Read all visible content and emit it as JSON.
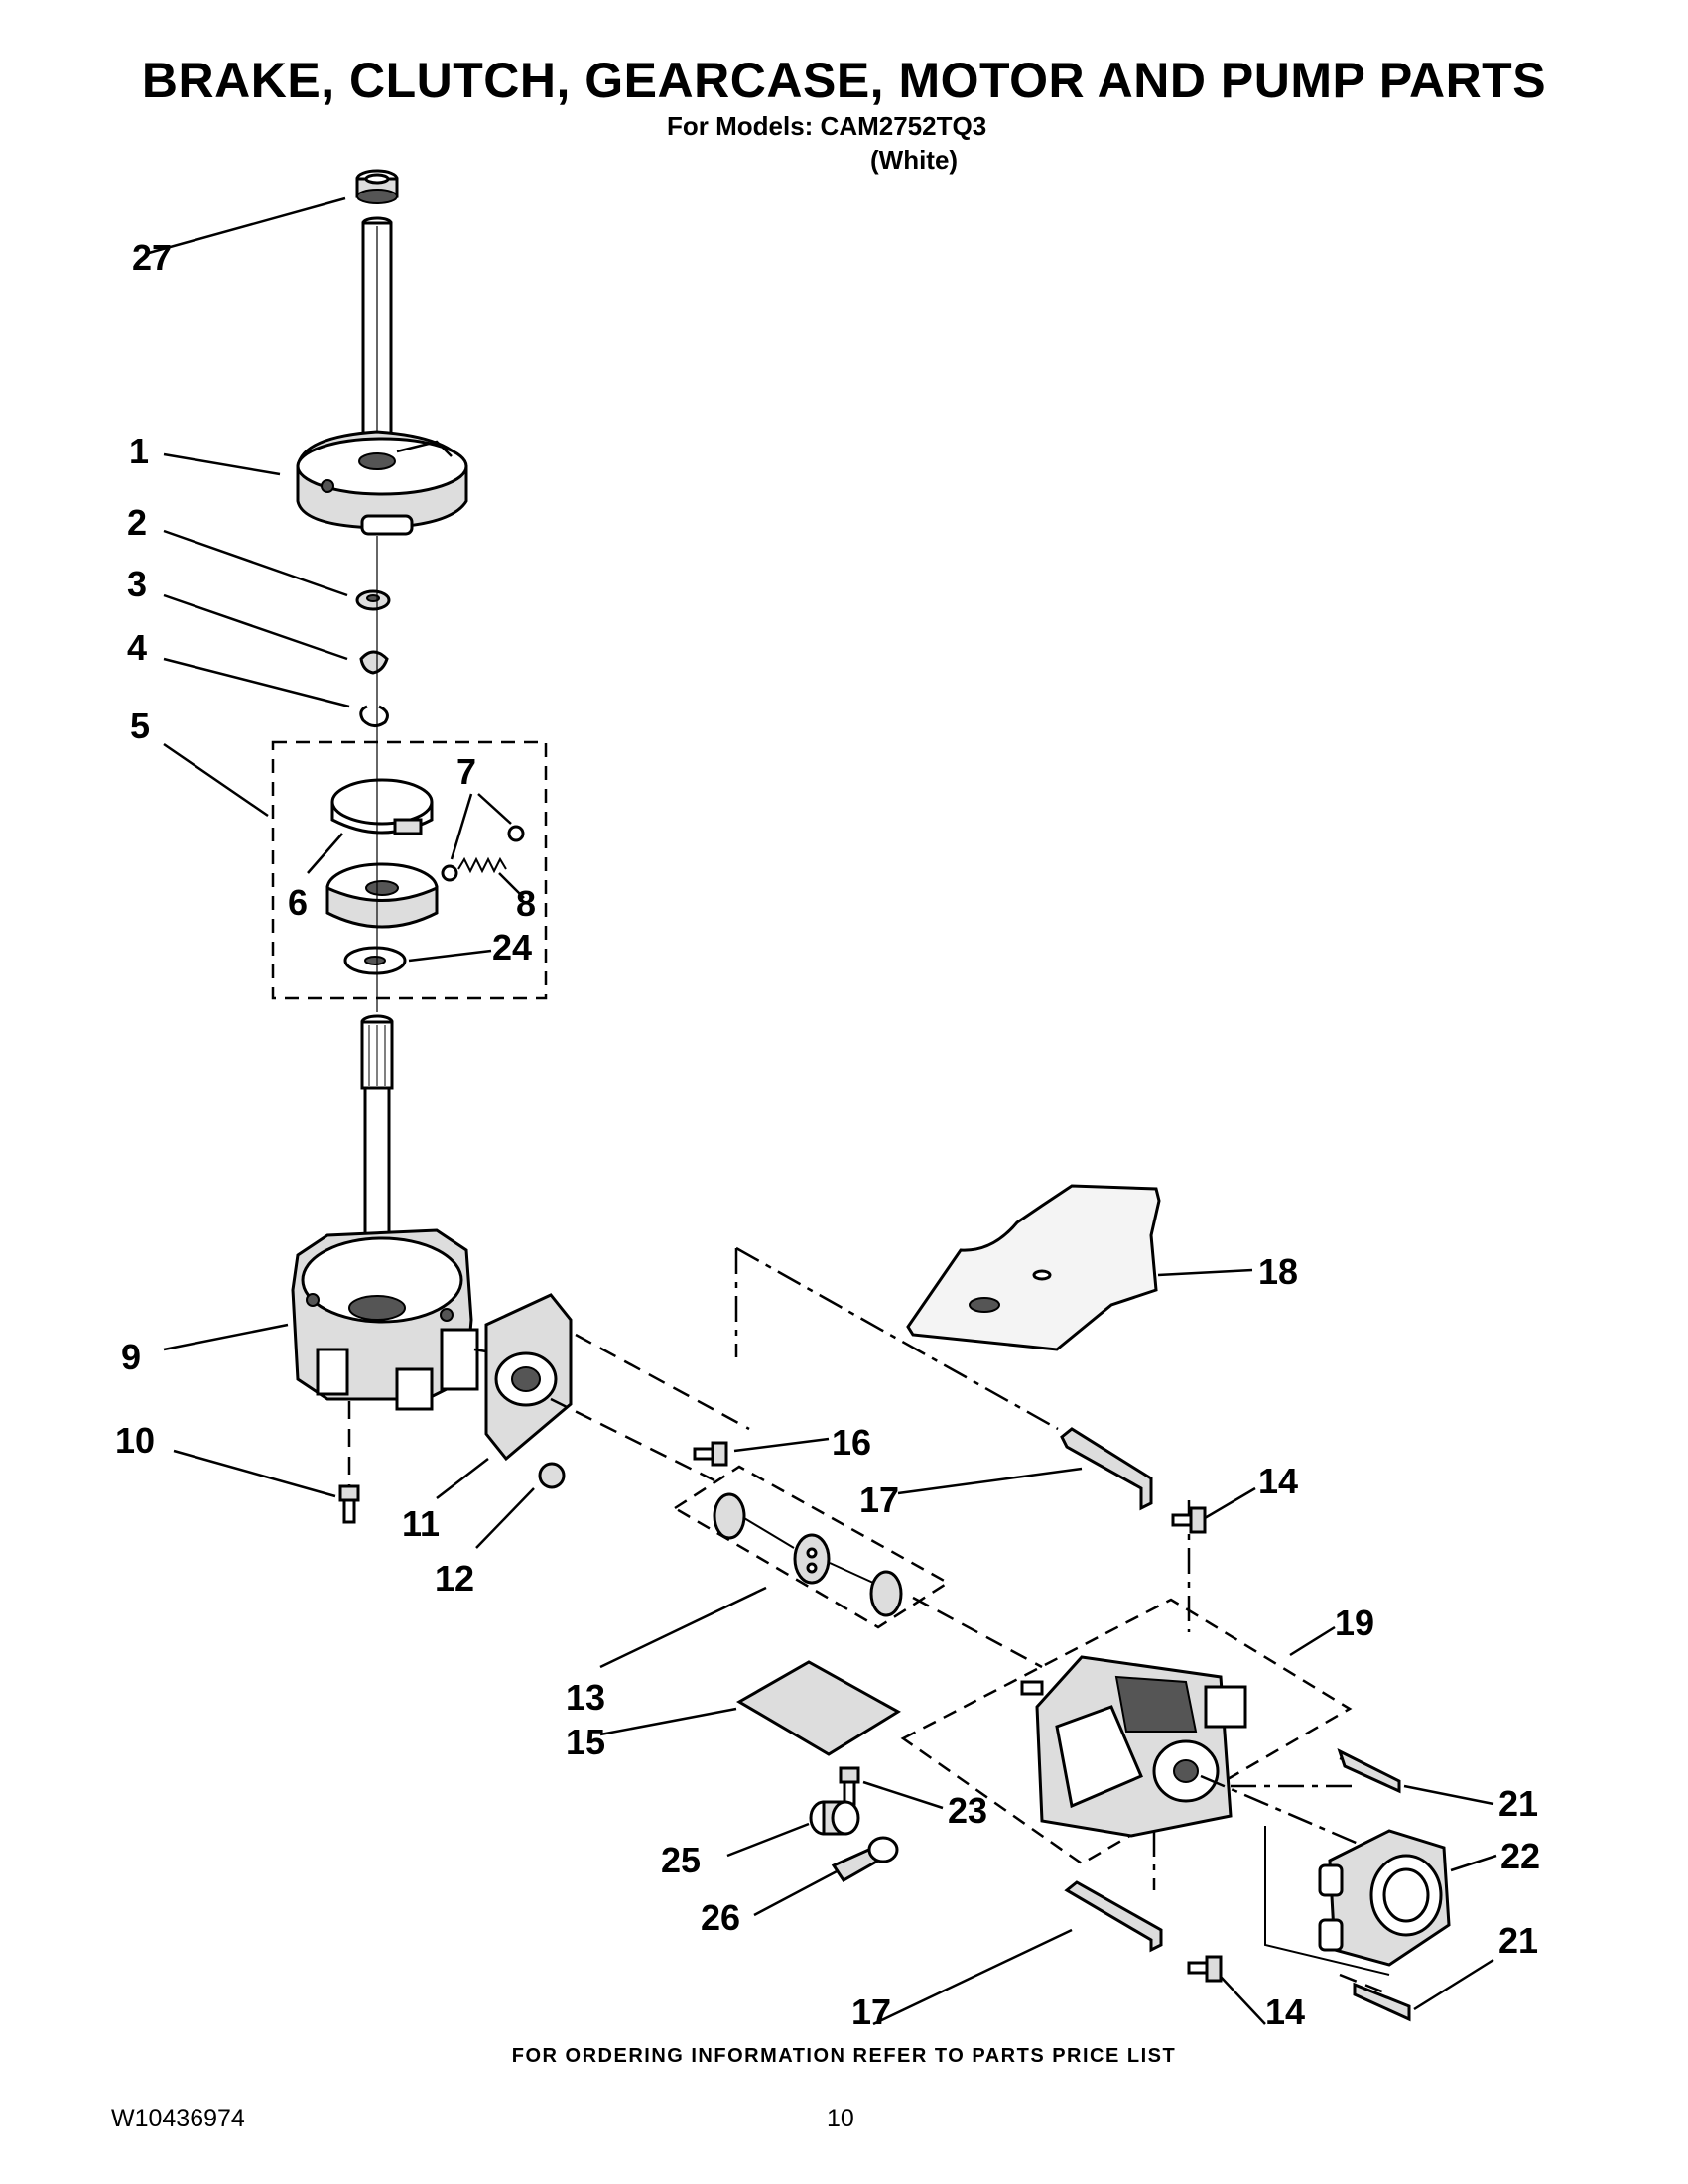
{
  "title": "BRAKE, CLUTCH, GEARCASE, MOTOR AND PUMP PARTS",
  "models_line": "For Models: CAM2752TQ3",
  "color_line": "(White)",
  "footer_note": "FOR ORDERING INFORMATION REFER TO PARTS PRICE LIST",
  "doc_number": "W10436974",
  "page_number": "10",
  "callouts": {
    "c27": "27",
    "c1": "1",
    "c2": "2",
    "c3": "3",
    "c4": "4",
    "c5": "5",
    "c6": "6",
    "c7": "7",
    "c8": "8",
    "c24": "24",
    "c9": "9",
    "c10": "10",
    "c11": "11",
    "c12": "12",
    "c16": "16",
    "c17a": "17",
    "c17b": "17",
    "c18": "18",
    "c13": "13",
    "c15": "15",
    "c14a": "14",
    "c14b": "14",
    "c19": "19",
    "c21a": "21",
    "c21b": "21",
    "c22": "22",
    "c23": "23",
    "c25": "25",
    "c26": "26"
  }
}
